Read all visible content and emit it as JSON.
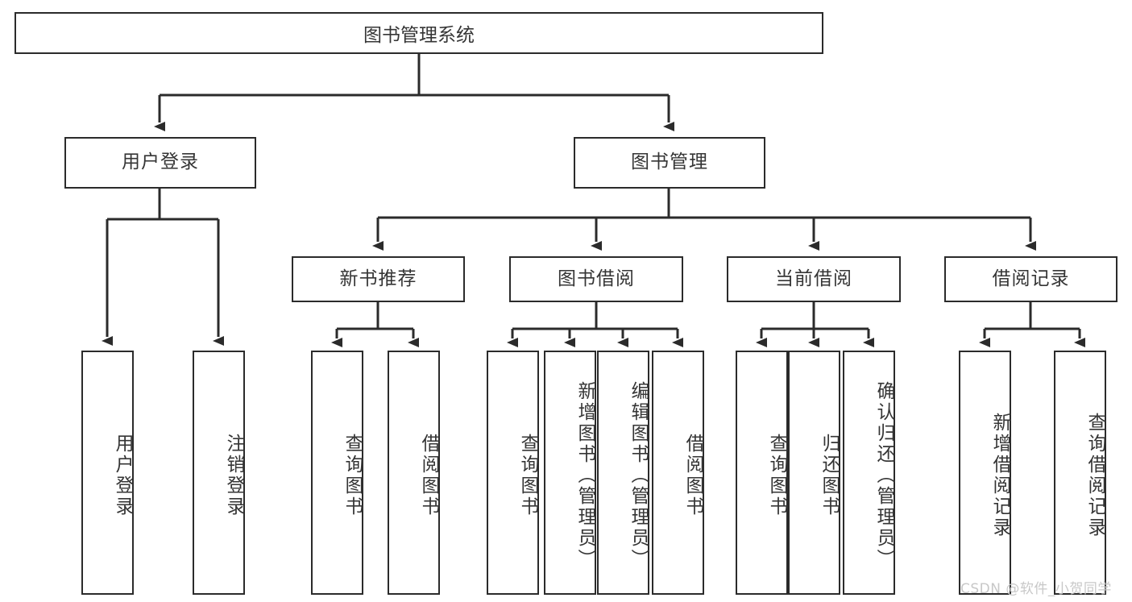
{
  "diagram": {
    "title": "图书管理系统",
    "type": "tree-hierarchy-chart",
    "root": {
      "label": "图书管理系统"
    },
    "level1": [
      {
        "label": "用户登录"
      },
      {
        "label": "图书管理"
      }
    ],
    "level2": [
      {
        "label": "新书推荐"
      },
      {
        "label": "图书借阅"
      },
      {
        "label": "当前借阅"
      },
      {
        "label": "借阅记录"
      }
    ],
    "leaves": {
      "user_login": [
        {
          "label": "用户登录"
        },
        {
          "label": "注销登录"
        }
      ],
      "new_book_recommend": [
        {
          "label": "查询图书"
        },
        {
          "label": "借阅图书"
        }
      ],
      "book_borrow": [
        {
          "label": "查询图书"
        },
        {
          "label": "新增图书（管理员）"
        },
        {
          "label": "编辑图书（管理员）"
        },
        {
          "label": "借阅图书"
        }
      ],
      "current_borrow": [
        {
          "label": "查询图书"
        },
        {
          "label": "归还图书"
        },
        {
          "label": "确认归还（管理员）"
        }
      ],
      "borrow_record": [
        {
          "label": "新增借阅记录"
        },
        {
          "label": "查询借阅记录"
        }
      ]
    },
    "watermark": "CSDN @软件_小贺同学",
    "colors": {
      "stroke": "#2b2b2b",
      "text": "#353535",
      "background": "#ffffff",
      "watermark": "#c8c8c8"
    }
  }
}
